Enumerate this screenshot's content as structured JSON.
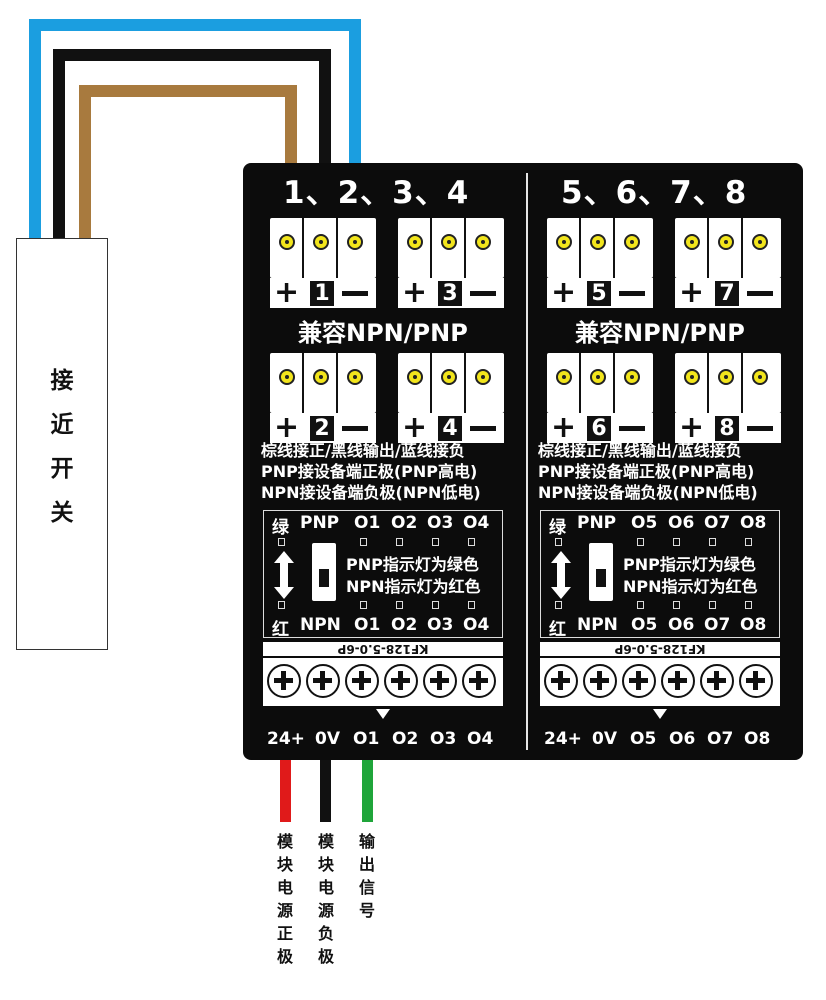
{
  "sensor": {
    "label_chars": [
      "接",
      "近",
      "开",
      "关"
    ]
  },
  "wire_colors": {
    "blue": "#1b9ee0",
    "black": "#111111",
    "brown": "#a87a3e",
    "red": "#e01a1a",
    "green": "#1fa53a"
  },
  "left_half": {
    "header": "1、2、3、4",
    "connectors": [
      "1",
      "2",
      "3",
      "4"
    ],
    "compat": "兼容NPN/PNP",
    "notes": [
      "棕线接正/黑线输出/蓝线接负",
      "PNP接设备端正极(PNP高电)",
      "NPN接设备端负极(NPN低电)"
    ],
    "switch": {
      "top_labels": [
        "绿",
        "PNP",
        "O1",
        "O2",
        "O3",
        "O4"
      ],
      "bottom_labels": [
        "红",
        "NPN",
        "O1",
        "O2",
        "O3",
        "O4"
      ],
      "pnp_text": "PNP指示灯为绿色",
      "npn_text": "NPN指示灯为红色"
    },
    "model": "KF128-5.0-6P",
    "terminals": [
      "24+",
      "0V",
      "O1",
      "O2",
      "O3",
      "O4"
    ]
  },
  "right_half": {
    "header": "5、6、7、8",
    "connectors": [
      "5",
      "6",
      "7",
      "8"
    ],
    "compat": "兼容NPN/PNP",
    "notes": [
      "棕线接正/黑线输出/蓝线接负",
      "PNP接设备端正极(PNP高电)",
      "NPN接设备端负极(NPN低电)"
    ],
    "switch": {
      "top_labels": [
        "绿",
        "PNP",
        "O5",
        "O6",
        "O7",
        "O8"
      ],
      "bottom_labels": [
        "红",
        "NPN",
        "O5",
        "O6",
        "O7",
        "O8"
      ],
      "pnp_text": "PNP指示灯为绿色",
      "npn_text": "NPN指示灯为红色"
    },
    "model": "KF128-5.0-6P",
    "terminals": [
      "24+",
      "0V",
      "O5",
      "O6",
      "O7",
      "O8"
    ]
  },
  "bottom_labels": {
    "positive": [
      "模",
      "块",
      "电",
      "源",
      "正",
      "极"
    ],
    "negative": [
      "模",
      "块",
      "电",
      "源",
      "负",
      "极"
    ],
    "output": [
      "输",
      "出",
      "信",
      "号"
    ]
  }
}
